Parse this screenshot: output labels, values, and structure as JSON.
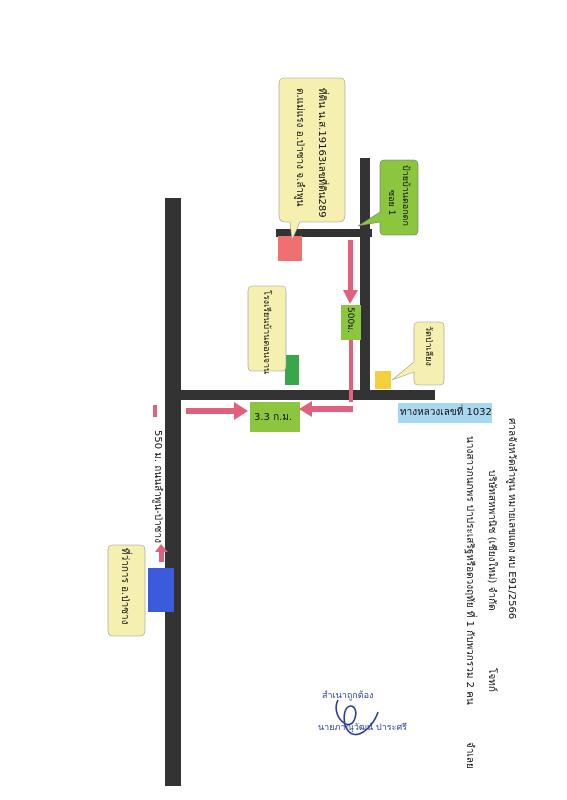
{
  "header": {
    "case_line": "ศาลจังหวัดลำพูน หมายเลขแดง ผบ E91/2566",
    "plaintiff_line": "บริษัทสหพานิช (เชียงใหม่) จำกัด",
    "plaintiff_role": "โจทก์",
    "defendant_line": "นางสาวกนกพร ปาประเสริฐหรือดวงฤทัย ที่ 1 กับพวกรวม 2 คน",
    "defendant_role": "จำเลย"
  },
  "labels": {
    "highway": "ทางหลวงเลขที่ 1032",
    "distance_3_3km": "3.3 ก.ม.",
    "distance_500m": "500ม.",
    "road_note": "550 ม. ถนนลำพูน-ป่าซาง",
    "land_callout_1": "ที่ดิน น.ส.19163เลขที่ดิน289",
    "land_callout_2": "ต.แม่แรง อ.ป่าซาง จ.ลำพูน",
    "sign_callout_1": "ป้ายบ้านดอกดก",
    "sign_callout_2": "ซอย 1",
    "temple_callout": "วัดป่าเลียง",
    "school_callout": "โรงเรียนบ้านดอนจาน",
    "district_callout": "ที่ว่าการ อ.ป่าซาง"
  },
  "signature": {
    "line1": "สำเนาถูกต้อง",
    "line2": "นายภาณุวัฒน์ ปาระศรี"
  },
  "colors": {
    "road": "#333333",
    "arrow": "#e0607e",
    "callout": "#f5f0b0",
    "green_marker": "#3aa64a",
    "land_marker": "#f07070",
    "temple_marker": "#f4d03f",
    "district_marker": "#3b5bdb",
    "highway_label_bg": "#a8d8f0",
    "distance_box": "#8cc63f"
  }
}
